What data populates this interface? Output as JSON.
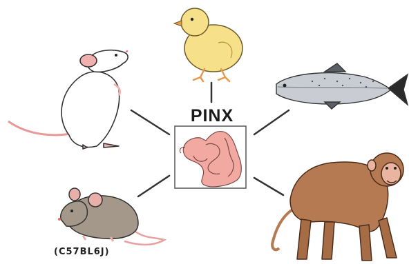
{
  "center": {
    "label": "PINX",
    "icon": "intestine-icon"
  },
  "species": [
    {
      "id": "chick",
      "icon": "chick-icon"
    },
    {
      "id": "rat",
      "icon": "rat-icon"
    },
    {
      "id": "fish",
      "icon": "fish-icon"
    },
    {
      "id": "mouse",
      "icon": "mouse-icon",
      "label": "(C57BL6J)"
    },
    {
      "id": "monkey",
      "icon": "monkey-icon"
    }
  ],
  "colors": {
    "chick": "#f6e08a",
    "rat": "#ffffff",
    "rat_accent": "#f0b0b0",
    "fish": "#c9cdd3",
    "mouse": "#a39889",
    "monkey": "#b57a52",
    "intestine": "#f1a9a2",
    "connector": "#333333"
  }
}
